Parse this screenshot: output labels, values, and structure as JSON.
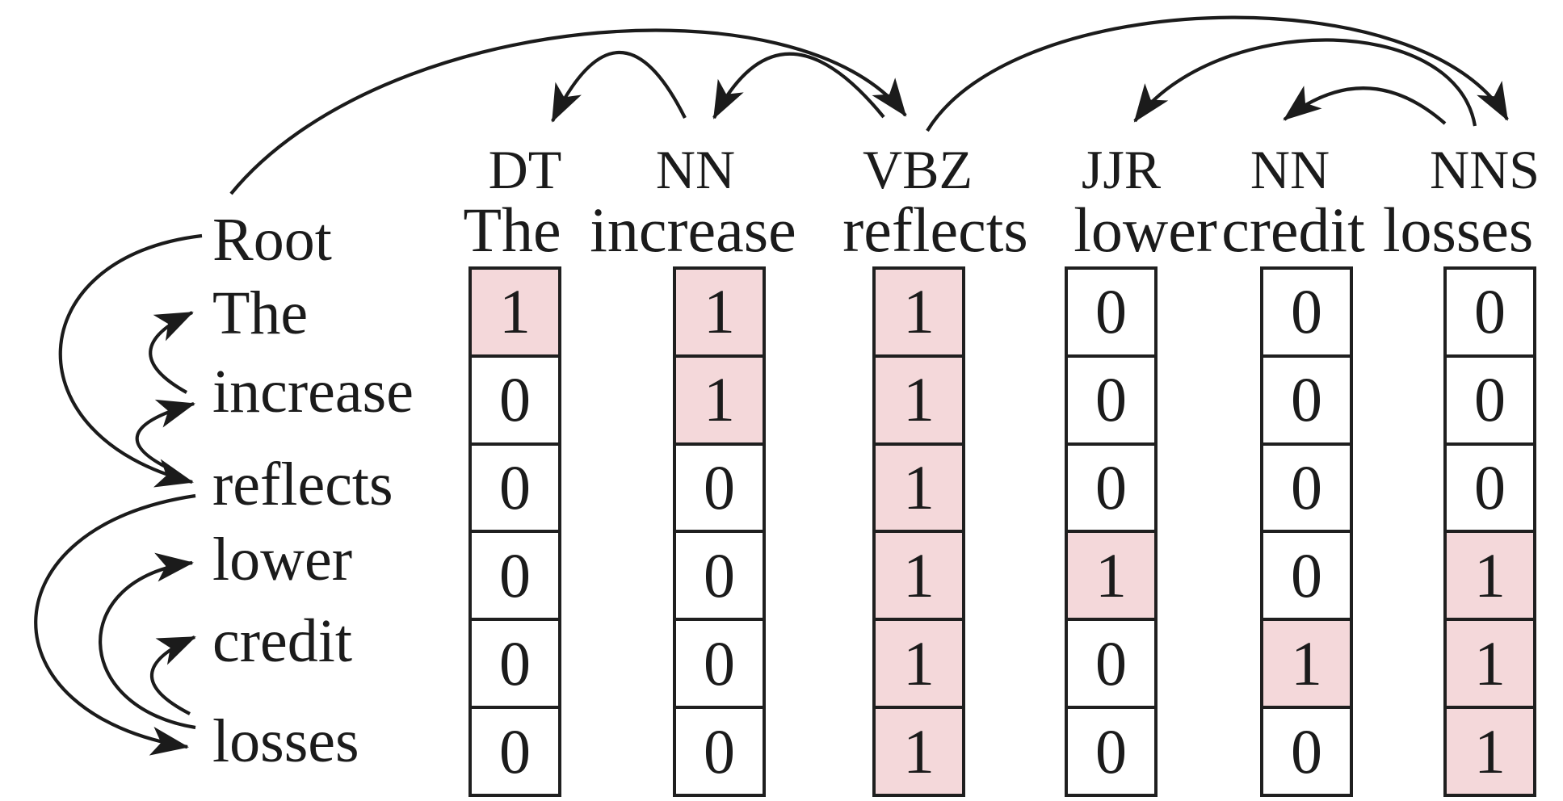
{
  "figure": {
    "description": "Dependency parse ancestor-indicator matrix",
    "root_label": "Root",
    "sentence": [
      {
        "tag": "DT",
        "word": "The"
      },
      {
        "tag": "NN",
        "word": "increase"
      },
      {
        "tag": "VBZ",
        "word": "reflects"
      },
      {
        "tag": "JJR",
        "word": "lower"
      },
      {
        "tag": "NN",
        "word": "credit"
      },
      {
        "tag": "NNS",
        "word": "losses"
      }
    ],
    "row_labels": [
      "Root",
      "The",
      "increase",
      "reflects",
      "lower",
      "credit",
      "losses"
    ],
    "matrix": {
      "column_headers": [
        "DT",
        "NN",
        "VBZ",
        "JJR",
        "NN",
        "NNS"
      ],
      "row_headers": [
        "The",
        "increase",
        "reflects",
        "lower",
        "credit",
        "losses"
      ],
      "columns_values": [
        [
          1,
          0,
          0,
          0,
          0,
          0
        ],
        [
          1,
          1,
          0,
          0,
          0,
          0
        ],
        [
          1,
          1,
          1,
          1,
          1,
          1
        ],
        [
          0,
          0,
          0,
          1,
          0,
          0
        ],
        [
          0,
          0,
          0,
          0,
          1,
          0
        ],
        [
          0,
          0,
          0,
          1,
          1,
          1
        ]
      ],
      "highlighted_value": 1
    },
    "dependencies": [
      {
        "head": "Root",
        "dependent": "reflects"
      },
      {
        "head": "increase",
        "dependent": "The"
      },
      {
        "head": "reflects",
        "dependent": "increase"
      },
      {
        "head": "reflects",
        "dependent": "losses"
      },
      {
        "head": "losses",
        "dependent": "lower"
      },
      {
        "head": "losses",
        "dependent": "credit"
      }
    ],
    "colors": {
      "ink": "#1b1b1b",
      "highlight": "#f4d8da",
      "background": "#ffffff"
    }
  }
}
